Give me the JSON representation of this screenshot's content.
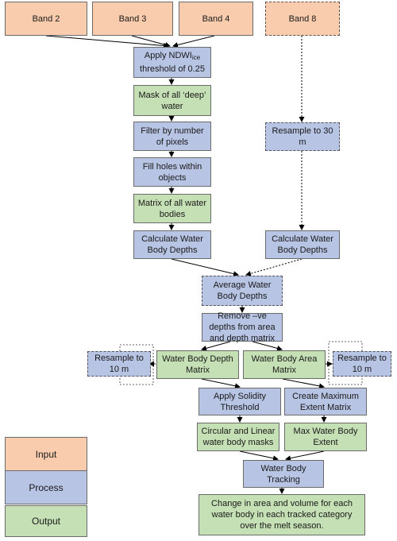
{
  "nodes": {
    "band2": "Band 2",
    "band3": "Band 3",
    "band4": "Band 4",
    "band8": "Band 8",
    "ndwi_main": "Apply NDWI",
    "ndwi_sub": "ice",
    "ndwi_rest": "threshold of 0.25",
    "mask_deep": "Mask of all ‘deep’ water",
    "filter_pixels": "Filter by number of pixels",
    "fill_holes": "Fill holes within objects",
    "matrix_all": "Matrix of all water bodies",
    "calc_depth_left": "Calculate Water Body Depths",
    "resample_30": "Resample to 30 m",
    "calc_depth_right": "Calculate Water Body Depths",
    "average_depths": "Average Water Body Depths",
    "remove_neg": "Remove –ve depths from area and depth matrix",
    "depth_matrix": "Water Body Depth Matrix",
    "area_matrix": "Water Body Area Matrix",
    "resample_10_left": "Resample to 10 m",
    "resample_10_right": "Resample to 10 m",
    "solidity": "Apply Solidity Threshold",
    "max_extent_matrix": "Create Maximum Extent Matrix",
    "circ_linear": "Circular and Linear water body masks",
    "max_extent": "Max Water Body Extent",
    "tracking": "Water Body Tracking",
    "change": "Change in area and volume for each water body in each tracked category over the melt season."
  },
  "legend": {
    "input": "Input",
    "process": "Process",
    "output": "Output"
  },
  "colors": {
    "input": "#f8ccac",
    "process": "#b7c4e4",
    "output": "#c5e0b4"
  }
}
